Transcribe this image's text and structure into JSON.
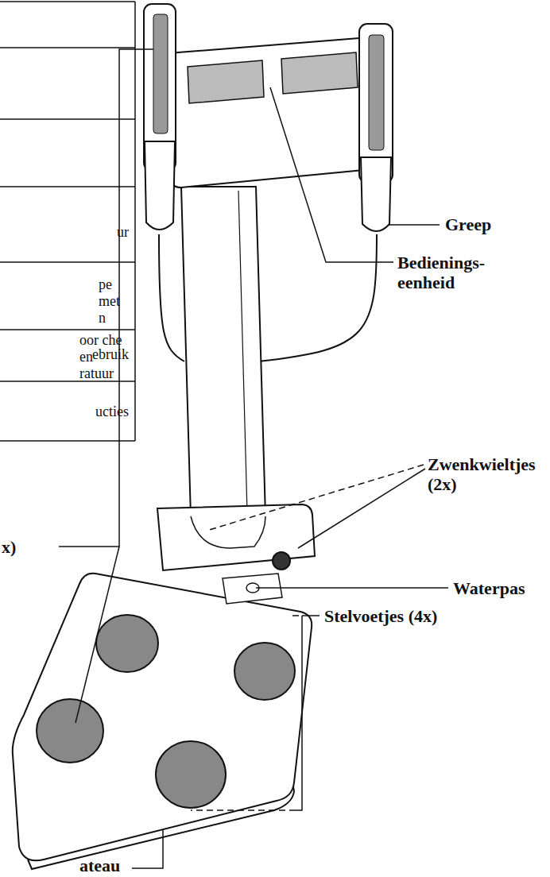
{
  "diagram": {
    "labels": [
      "ur",
      "pe met n",
      "oor che en ratuur",
      "ebruik",
      "ucties",
      "Greep",
      "Bedienings- eenheid",
      "Zwenkwieltjes (2x)",
      "x)",
      "Waterpas",
      "Stelvoetjes (4x)",
      "ateau"
    ]
  }
}
